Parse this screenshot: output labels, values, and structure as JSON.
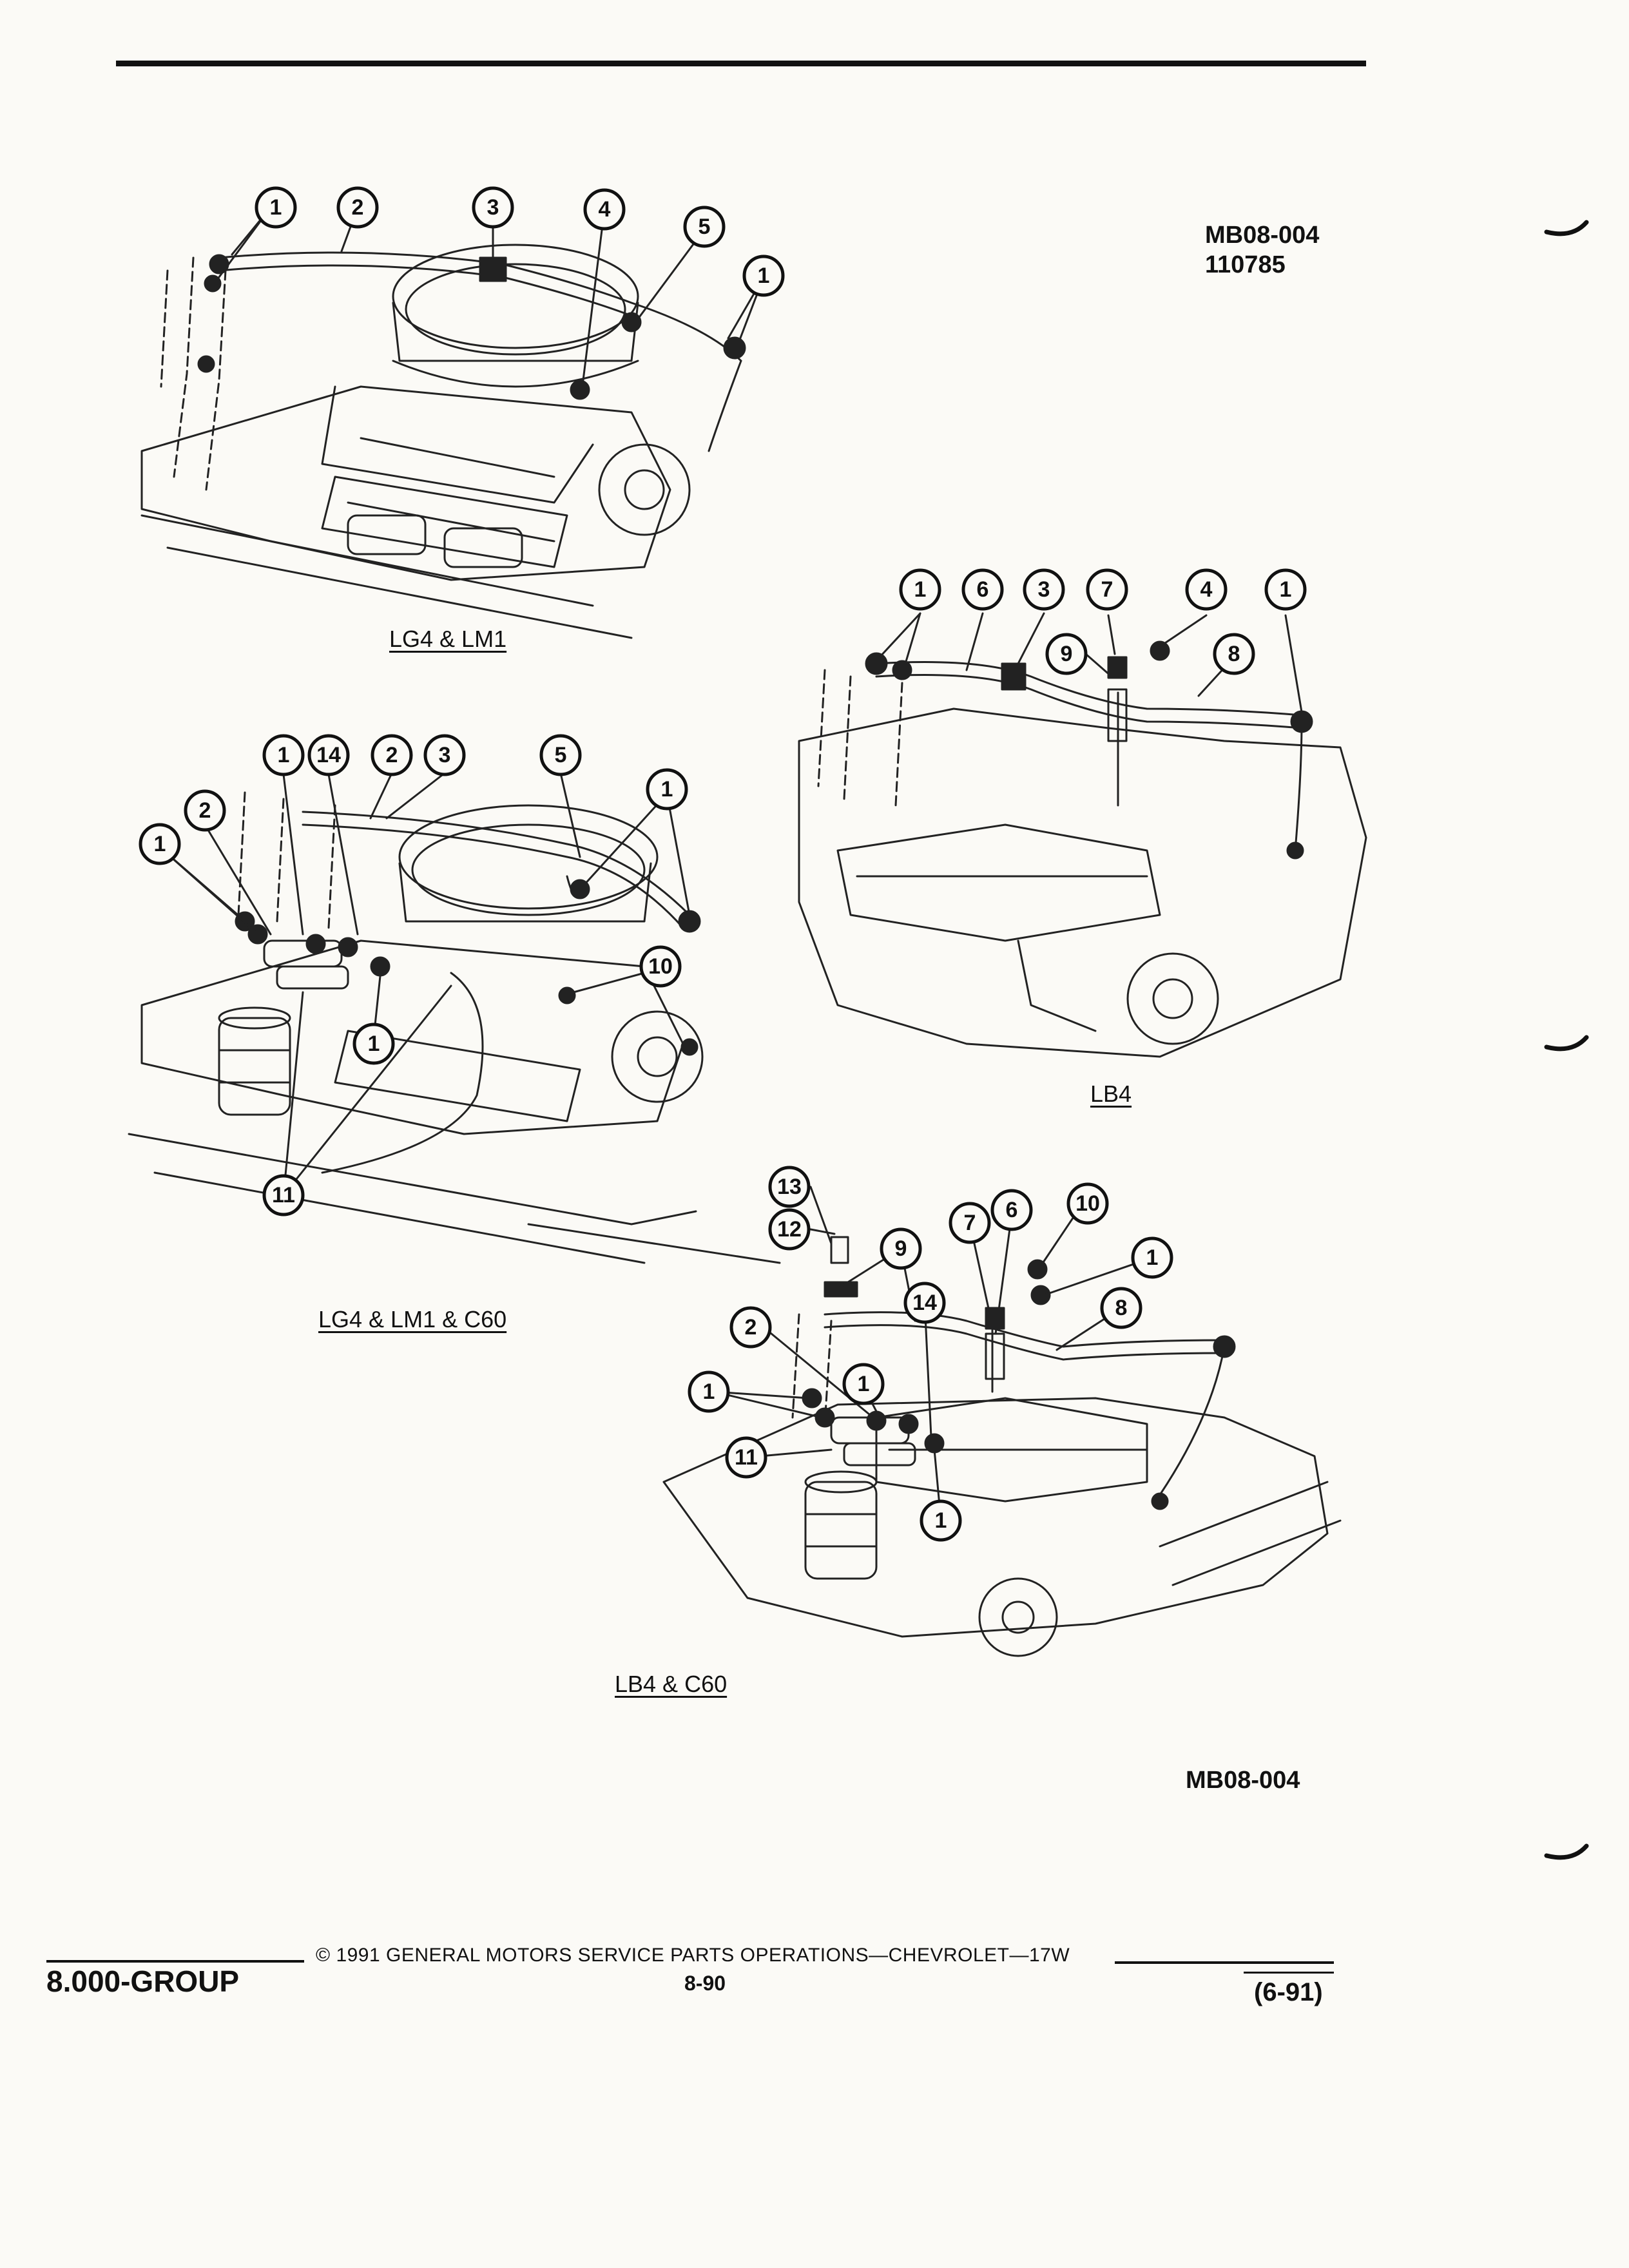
{
  "header": {
    "ref_code": "MB08-004",
    "ref_date": "110785"
  },
  "figures": [
    {
      "caption": "LG4 & LM1",
      "callouts": [
        "1",
        "2",
        "3",
        "4",
        "5",
        "1"
      ]
    },
    {
      "caption": "LB4",
      "callouts": [
        "1",
        "6",
        "3",
        "7",
        "4",
        "1",
        "9",
        "8"
      ]
    },
    {
      "caption": "LG4 & LM1 & C60",
      "callouts": [
        "1",
        "14",
        "2",
        "3",
        "5",
        "1",
        "2",
        "1",
        "10",
        "1",
        "11"
      ]
    },
    {
      "caption": "LB4 & C60",
      "callouts": [
        "13",
        "12",
        "9",
        "7",
        "6",
        "10",
        "1",
        "8",
        "14",
        "2",
        "1",
        "1",
        "11",
        "1"
      ]
    }
  ],
  "footer": {
    "ref_code": "MB08-004",
    "group": "8.000-GROUP",
    "copyright": "© 1991 GENERAL MOTORS SERVICE PARTS OPERATIONS—CHEVROLET—17W",
    "page": "8-90",
    "revision": "(6-91)"
  }
}
